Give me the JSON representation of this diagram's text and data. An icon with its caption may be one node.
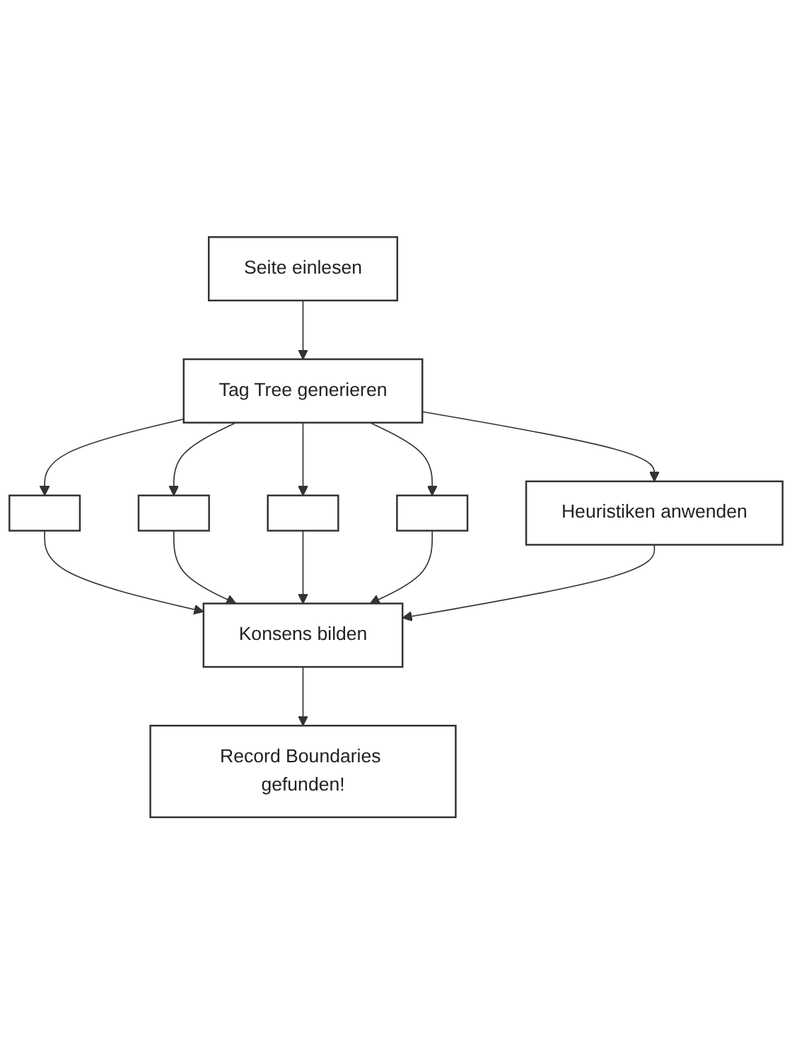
{
  "diagram": {
    "nodes": [
      {
        "text": [
          "Seite einlesen"
        ]
      },
      {
        "text": [
          "Tag Tree generieren"
        ]
      },
      {
        "text": [],
        "shape": "box"
      },
      {
        "text": [],
        "shape": "box"
      },
      {
        "text": [],
        "shape": "box"
      },
      {
        "text": [],
        "shape": "box"
      },
      {
        "text": [
          "Heuristiken anwenden"
        ]
      },
      {
        "text": [
          "Konsens bilden"
        ]
      },
      {
        "text": [
          "Record Boundaries gefunden!"
        ]
      }
    ],
    "edges": [
      {
        "from": 0,
        "to": 1,
        "arrow": "to"
      },
      {
        "from": 1,
        "to": 2,
        "arrow": "to"
      },
      {
        "from": 1,
        "to": 3,
        "arrow": "to"
      },
      {
        "from": 1,
        "to": 4,
        "arrow": "to"
      },
      {
        "from": 1,
        "to": 5,
        "arrow": "to"
      },
      {
        "from": 1,
        "to": 6,
        "arrow": "to"
      },
      {
        "from": 2,
        "to": 7,
        "arrow": "to"
      },
      {
        "from": 3,
        "to": 7,
        "arrow": "to"
      },
      {
        "from": 4,
        "to": 7,
        "arrow": "to"
      },
      {
        "from": 5,
        "to": 7,
        "arrow": "to"
      },
      {
        "from": 6,
        "to": 7,
        "arrow": "to"
      },
      {
        "from": 7,
        "to": 8,
        "arrow": "to"
      }
    ]
  }
}
